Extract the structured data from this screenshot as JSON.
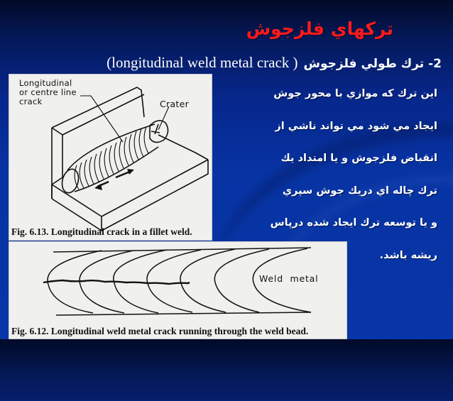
{
  "slide": {
    "title": "ترکهاي فلزجوش",
    "subtitle": {
      "persian": "2- ترك طولي فلزجوش",
      "english": "(longitudinal  weld metal crack )"
    },
    "body_lines": [
      "اين ترك كه موازي با محور جوش",
      "ايجاد مي شود مي تواند ناشي از",
      "انقباض فلزجوش و يا امتداد يك",
      "ترك چاله اي دريك جوش سپري",
      "و يا توسعه ترك ايجاد شده درپاس",
      "ريشه باشد."
    ],
    "colors": {
      "title": "#ff1a1a",
      "text": "#ffffff",
      "background_top": "#020a28",
      "background_bottom": "#0836a8"
    }
  },
  "figure1": {
    "labels": {
      "crack_line1": "Longitudinal",
      "crack_line2": "or centre line",
      "crack_line3": "crack",
      "crater": "Crater"
    },
    "caption": "Fig. 6.13. Longitudinal crack in a fillet weld."
  },
  "figure2": {
    "labels": {
      "weld_metal": "Weld  metal"
    },
    "caption": "Fig. 6.12. Longitudinal weld metal crack running through the weld bead."
  }
}
